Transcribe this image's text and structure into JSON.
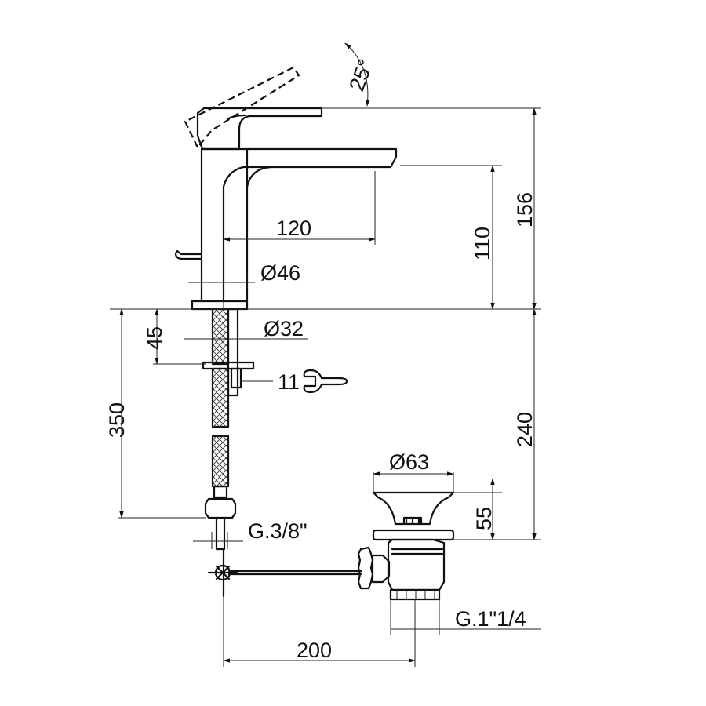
{
  "dimensions": {
    "lever_angle": "25°",
    "spout_reach": "120",
    "spout_height": "110",
    "total_height": "156",
    "body_diameter": "Ø46",
    "shank_length": "45",
    "shank_diameter": "Ø32",
    "wrench_size": "11",
    "hose_length": "350",
    "hose_connection": "G.3/8\"",
    "deck_to_waste": "240",
    "waste_diameter": "Ø63",
    "waste_height": "55",
    "waste_thread": "G.1\"1/4",
    "rod_length": "200"
  }
}
